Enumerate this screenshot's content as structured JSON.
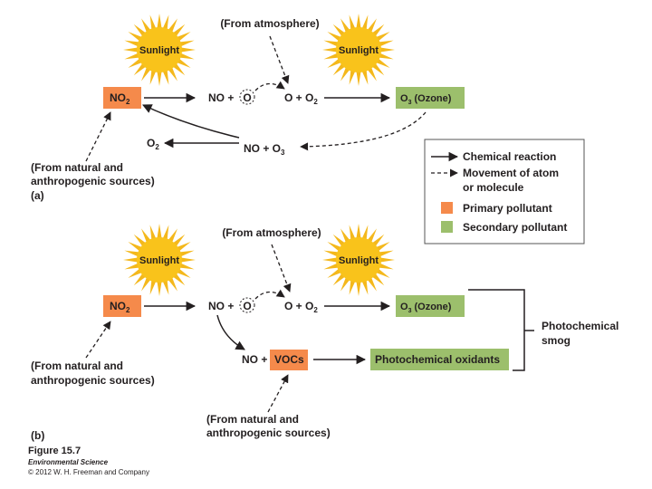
{
  "colors": {
    "primary": "#f58a4b",
    "secondary": "#9cbf6c",
    "sun_core": "#f9c31b",
    "sun_ray": "#f4b81c",
    "text": "#231f20"
  },
  "panel_a": {
    "label": "(a)",
    "from_atmosphere": "(From atmosphere)",
    "sun_left": "Sunlight",
    "sun_right": "Sunlight",
    "no2": "NO",
    "no2_sub": "2",
    "no_plus": "NO +",
    "o_atom": "O",
    "o_plus": "O + O",
    "o_plus_sub": "2",
    "ozone": "O",
    "ozone_sub": "3",
    "ozone_name": "(Ozone)",
    "o2_out": "O",
    "o2_out_sub": "2",
    "no_o3": "NO + O",
    "no_o3_sub": "3",
    "sources_line1": "(From natural and",
    "sources_line2": "anthropogenic sources)"
  },
  "legend": {
    "chemical_reaction": "Chemical reaction",
    "movement_line1": "Movement of atom",
    "movement_line2": "or molecule",
    "primary": "Primary pollutant",
    "secondary": "Secondary pollutant"
  },
  "panel_b": {
    "label": "(b)",
    "from_atmosphere": "(From atmosphere)",
    "sun_left": "Sunlight",
    "sun_right": "Sunlight",
    "no2": "NO",
    "no2_sub": "2",
    "no_plus": "NO +",
    "o_atom": "O",
    "o_plus": "O + O",
    "o_plus_sub": "2",
    "ozone": "O",
    "ozone_sub": "3",
    "ozone_name": "(Ozone)",
    "no_plus_vocs": "NO +",
    "vocs": "VOCs",
    "oxidants": "Photochemical oxidants",
    "smog_line1": "Photochemical",
    "smog_line2": "smog",
    "sources_line1": "(From natural and",
    "sources_line2": "anthropogenic sources)",
    "vocs_sources_line1": "(From natural and",
    "vocs_sources_line2": "anthropogenic sources)"
  },
  "caption": {
    "figure": "Figure 15.7",
    "book": "Environmental Science",
    "copyright": "© 2012 W. H. Freeman and Company"
  }
}
